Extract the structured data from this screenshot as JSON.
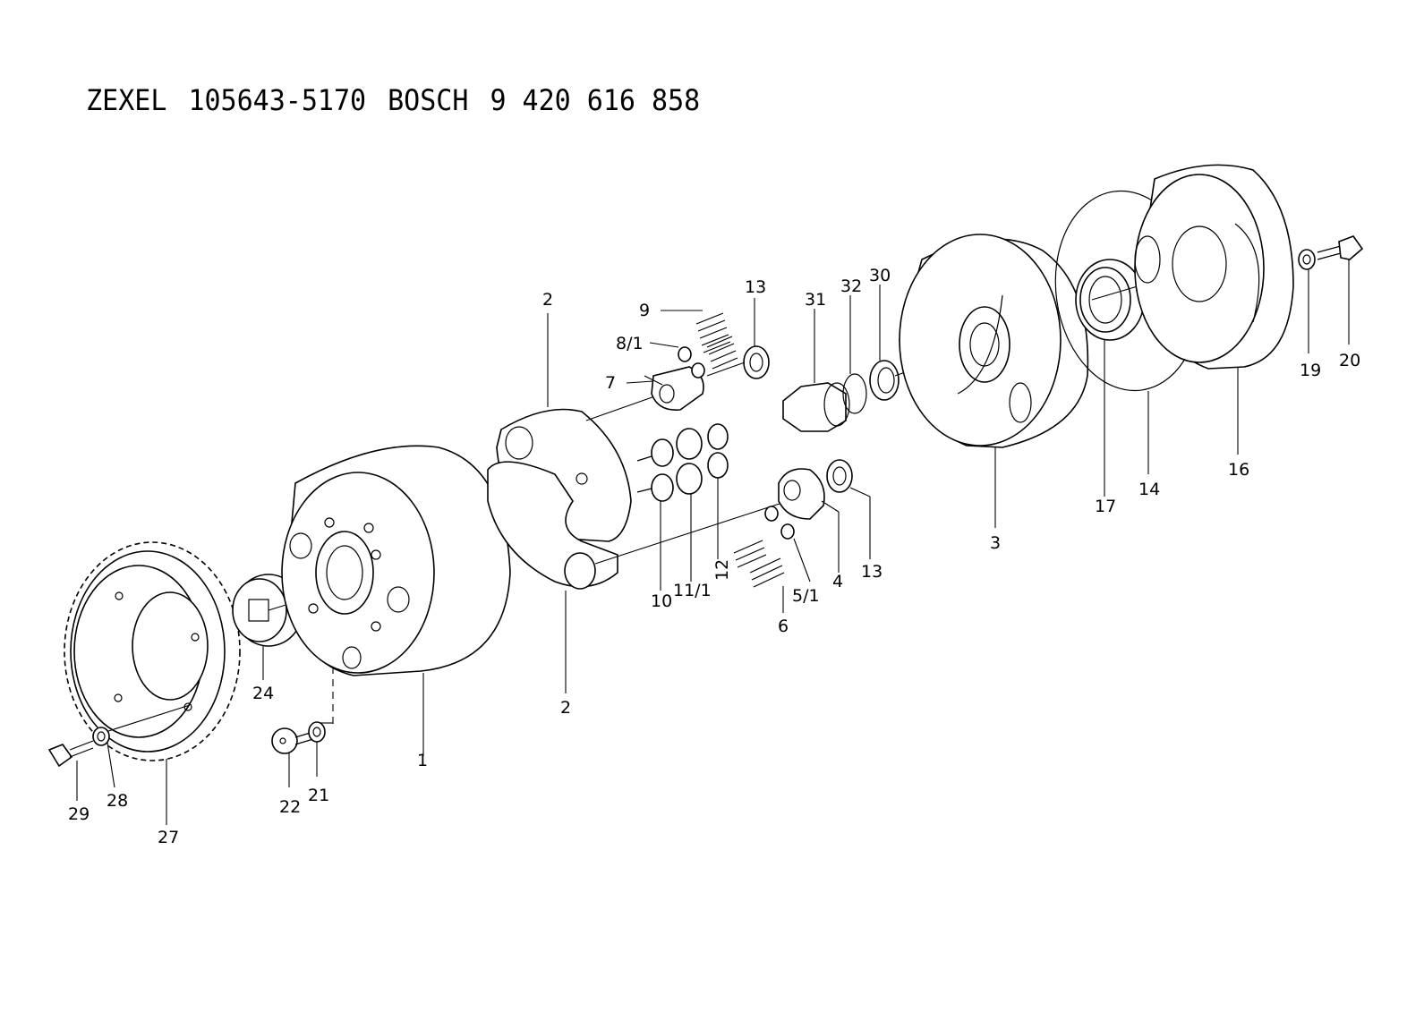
{
  "header": {
    "maker1": "ZEXEL",
    "part_no1": "105643-5170",
    "maker2": "BOSCH",
    "part_no2": "9 420 616 858"
  },
  "callouts": [
    {
      "id": "c1",
      "text": "1"
    },
    {
      "id": "c2a",
      "text": "2"
    },
    {
      "id": "c2b",
      "text": "2"
    },
    {
      "id": "c3",
      "text": "3"
    },
    {
      "id": "c4",
      "text": "4"
    },
    {
      "id": "c5_1",
      "text": "5/1"
    },
    {
      "id": "c6",
      "text": "6"
    },
    {
      "id": "c7",
      "text": "7"
    },
    {
      "id": "c8_1",
      "text": "8/1"
    },
    {
      "id": "c9",
      "text": "9"
    },
    {
      "id": "c10",
      "text": "10"
    },
    {
      "id": "c11_1",
      "text": "11/1"
    },
    {
      "id": "c12",
      "text": "12"
    },
    {
      "id": "c13a",
      "text": "13"
    },
    {
      "id": "c13b",
      "text": "13"
    },
    {
      "id": "c14",
      "text": "14"
    },
    {
      "id": "c16",
      "text": "16"
    },
    {
      "id": "c17",
      "text": "17"
    },
    {
      "id": "c19",
      "text": "19"
    },
    {
      "id": "c20",
      "text": "20"
    },
    {
      "id": "c21",
      "text": "21"
    },
    {
      "id": "c22",
      "text": "22"
    },
    {
      "id": "c24",
      "text": "24"
    },
    {
      "id": "c27",
      "text": "27"
    },
    {
      "id": "c28",
      "text": "28"
    },
    {
      "id": "c29",
      "text": "29"
    },
    {
      "id": "c30",
      "text": "30"
    },
    {
      "id": "c31",
      "text": "31"
    },
    {
      "id": "c32",
      "text": "32"
    }
  ]
}
